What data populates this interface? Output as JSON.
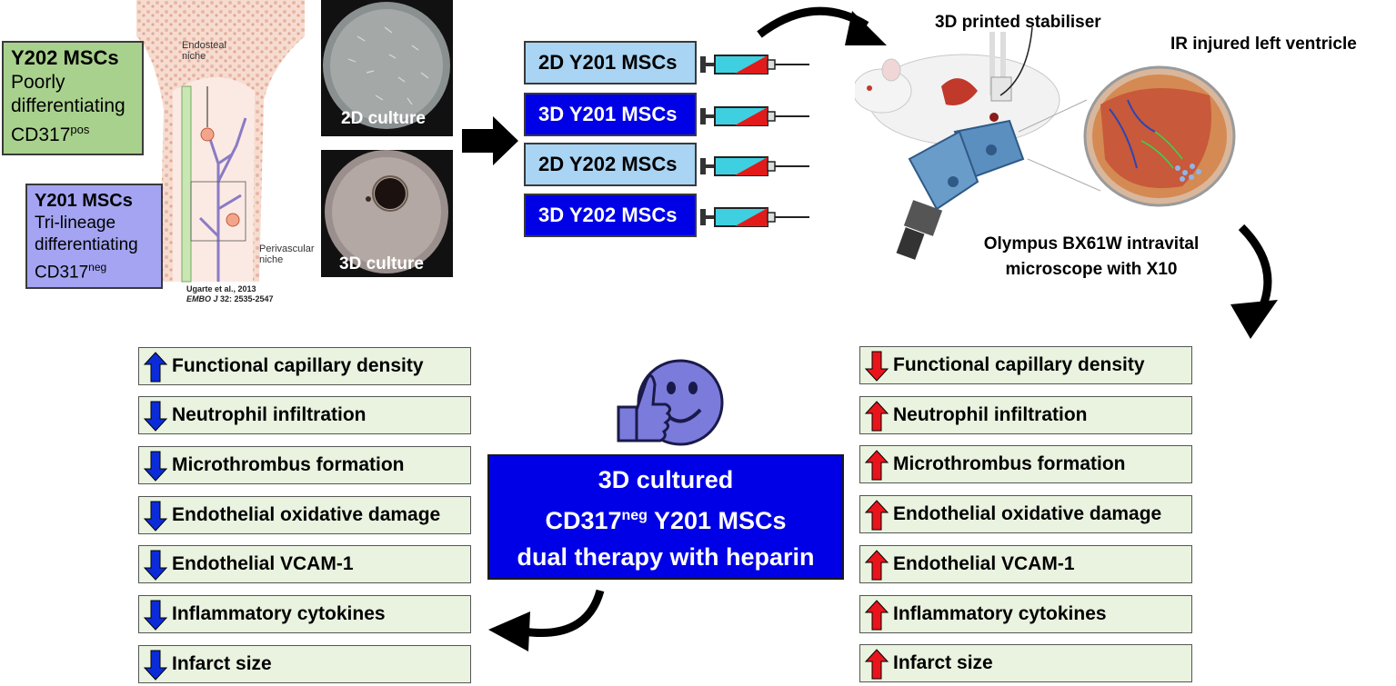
{
  "bone": {
    "endosteal_label": "Endosteal\nniche",
    "perivascular_label": "Perivascular\nniche",
    "citation_line1": "Ugarte et al., 2013",
    "citation_journal": "EMBO J",
    "citation_rest": " 32: 2535-2547"
  },
  "y202_box": {
    "title": "Y202 MSCs",
    "line1": "Poorly",
    "line2": "differentiating",
    "marker": "CD317",
    "marker_sup": "pos"
  },
  "y201_box": {
    "title": "Y201 MSCs",
    "line1": "Tri-lineage",
    "line2": "differentiating",
    "marker": "CD317",
    "marker_sup": "neg"
  },
  "cultures": {
    "c2d": "2D culture",
    "c3d": "3D culture"
  },
  "syringes": [
    {
      "label": "2D Y201 MSCs",
      "style": "light"
    },
    {
      "label": "3D Y201 MSCs",
      "style": "dark"
    },
    {
      "label": "2D Y202 MSCs",
      "style": "light"
    },
    {
      "label": "3D Y202 MSCs",
      "style": "dark"
    }
  ],
  "microscopy": {
    "stabiliser": "3D printed stabiliser",
    "ventricle": "IR injured left ventricle",
    "microscope_line1": "Olympus BX61W intravital",
    "microscope_line2": "microscope with X10"
  },
  "therapy": {
    "line1": "3D cultured",
    "line2_pre": "CD317",
    "line2_sup": "neg",
    "line2_post": " Y201 MSCs",
    "line3": "dual therapy with heparin"
  },
  "treated_outcomes": [
    {
      "label": "Functional capillary density",
      "direction": "up"
    },
    {
      "label": "Neutrophil infiltration",
      "direction": "down"
    },
    {
      "label": "Microthrombus formation",
      "direction": "down"
    },
    {
      "label": "Endothelial oxidative damage",
      "direction": "down"
    },
    {
      "label": "Endothelial VCAM-1",
      "direction": "down"
    },
    {
      "label": "Inflammatory cytokines",
      "direction": "down"
    },
    {
      "label": "Infarct size",
      "direction": "down"
    }
  ],
  "injury_outcomes": [
    {
      "label": "Functional capillary density",
      "direction": "down"
    },
    {
      "label": "Neutrophil infiltration",
      "direction": "up"
    },
    {
      "label": "Microthrombus formation",
      "direction": "up"
    },
    {
      "label": "Endothelial oxidative damage",
      "direction": "up"
    },
    {
      "label": "Endothelial VCAM-1",
      "direction": "up"
    },
    {
      "label": "Inflammatory cytokines",
      "direction": "up"
    },
    {
      "label": "Infarct size",
      "direction": "up"
    }
  ],
  "colors": {
    "treated_arrow": "#0b2bd8",
    "injury_arrow": "#e8141c",
    "therapy_box": "#0000e6",
    "outcome_bg": "#e9f3df"
  }
}
